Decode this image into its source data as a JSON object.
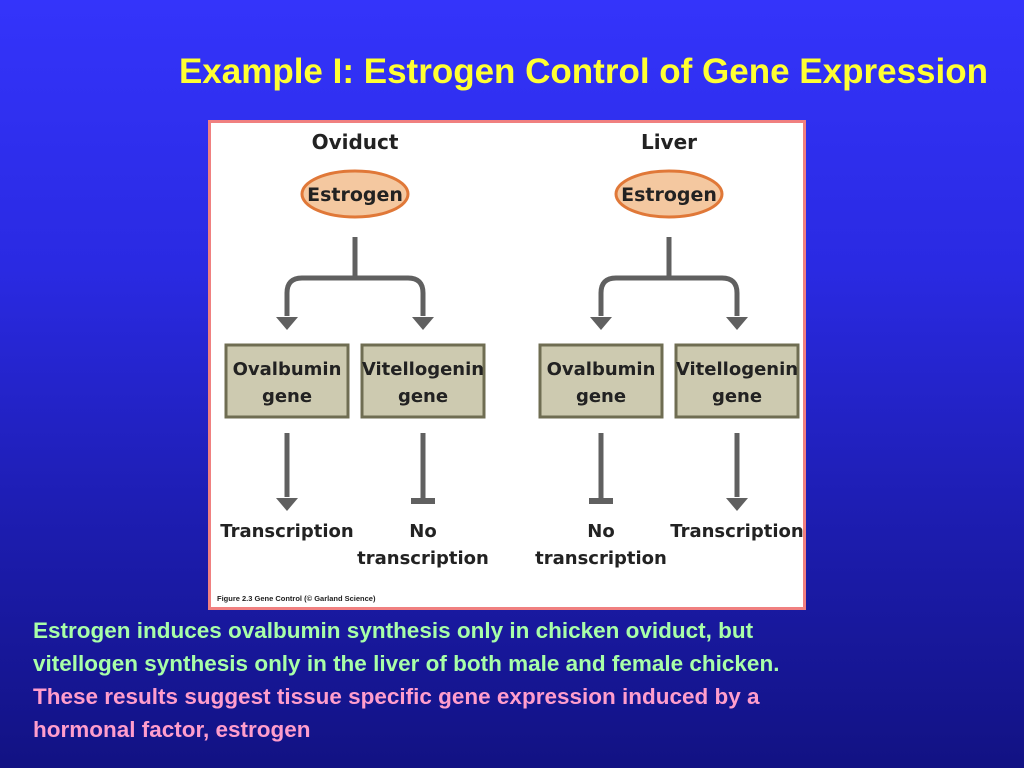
{
  "slide": {
    "title": "Example I: Estrogen Control of Gene Expression"
  },
  "diagram": {
    "panels": [
      {
        "heading": "Oviduct",
        "hormone": "Estrogen",
        "genes": [
          {
            "line1": "Ovalbumin",
            "line2": "gene",
            "outcome_line1": "Transcription",
            "outcome_line2": "",
            "arrow": "activate"
          },
          {
            "line1": "Vitellogenin",
            "line2": "gene",
            "outcome_line1": "No",
            "outcome_line2": "transcription",
            "arrow": "block"
          }
        ]
      },
      {
        "heading": "Liver",
        "hormone": "Estrogen",
        "genes": [
          {
            "line1": "Ovalbumin",
            "line2": "gene",
            "outcome_line1": "No",
            "outcome_line2": "transcription",
            "arrow": "block"
          },
          {
            "line1": "Vitellogenin",
            "line2": "gene",
            "outcome_line1": "Transcription",
            "outcome_line2": "",
            "arrow": "activate"
          }
        ]
      }
    ],
    "caption": "Figure 2.3  Gene Control (© Garland Science)",
    "colors": {
      "hormone_fill": "#f4c8a0",
      "hormone_stroke": "#e07838",
      "gene_fill": "#cdcab0",
      "gene_stroke": "#6f6d52",
      "arrow": "#606060"
    }
  },
  "text": {
    "green_line1": "Estrogen induces ovalbumin synthesis only in chicken oviduct, but",
    "green_line2": "vitellogen synthesis only in the liver of both male and female chicken.",
    "pink_line1": "These results suggest tissue specific gene expression induced by a",
    "pink_line2": "hormonal factor, estrogen"
  }
}
